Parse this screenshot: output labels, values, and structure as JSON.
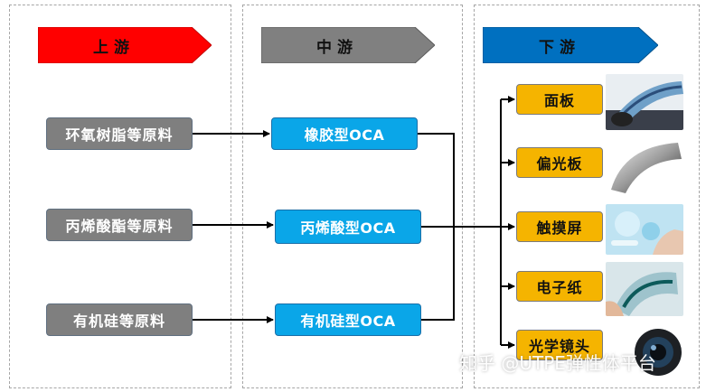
{
  "stages": {
    "upstream": {
      "label": "上游",
      "color": "#ff0000"
    },
    "midstream": {
      "label": "中游",
      "color": "#808080"
    },
    "downstream": {
      "label": "下游",
      "color": "#0070c0"
    }
  },
  "upstream_items": [
    "环氧树脂等原料",
    "丙烯酸酯等原料",
    "有机硅等原料"
  ],
  "midstream_items": [
    "橡胶型OCA",
    "丙烯酸型OCA",
    "有机硅型OCA"
  ],
  "downstream_items": [
    "面板",
    "偏光板",
    "触摸屏",
    "电子纸",
    "光学镜头"
  ],
  "photos": [
    "panel-photo",
    "polarizer-photo",
    "touchscreen-photo",
    "epaper-photo",
    "lens-photo"
  ],
  "watermark": "知乎 @UTPE弹性体平台"
}
